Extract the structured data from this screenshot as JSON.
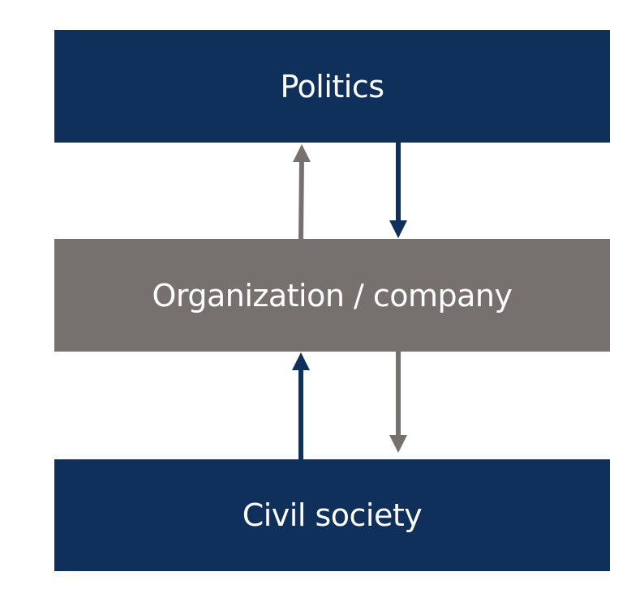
{
  "boxes": {
    "politics": {
      "label": "Politics",
      "color": "#10305c"
    },
    "organization": {
      "label": "Organization / company",
      "color": "#76716f"
    },
    "civil_society": {
      "label": "Civil society",
      "color": "#10305c"
    }
  },
  "arrows": {
    "org_to_politics": {
      "from": "organization",
      "to": "politics",
      "color": "#76716f"
    },
    "politics_to_org": {
      "from": "politics",
      "to": "organization",
      "color": "#10305c"
    },
    "civil_to_org": {
      "from": "civil_society",
      "to": "organization",
      "color": "#10305c"
    },
    "org_to_civil": {
      "from": "organization",
      "to": "civil_society",
      "color": "#76716f"
    }
  }
}
